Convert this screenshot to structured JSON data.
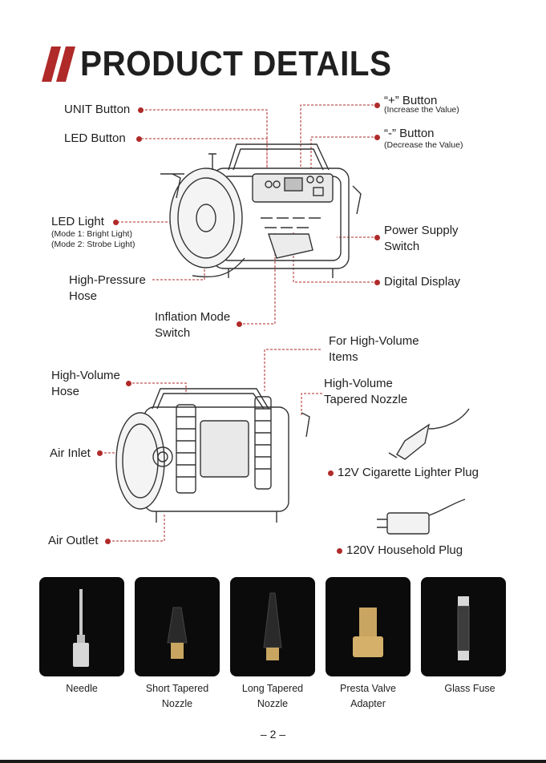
{
  "header": {
    "title": "PRODUCT DETAILS"
  },
  "callouts_top": {
    "unit_button": "UNIT Button",
    "led_button": "LED Button",
    "led_light": "LED Light",
    "led_light_mode1": "(Mode 1: Bright Light)",
    "led_light_mode2": "(Mode 2: Strobe Light)",
    "high_pressure_hose_1": "High-Pressure",
    "high_pressure_hose_2": "Hose",
    "inflation_mode_1": "Inflation Mode",
    "inflation_mode_2": "Switch",
    "plus_button": "“+” Button",
    "plus_button_note": "(Increase the Value)",
    "minus_button": "“-” Button",
    "minus_button_note": "(Decrease the Value)",
    "power_switch_1": "Power Supply",
    "power_switch_2": "Switch",
    "digital_display": "Digital Display"
  },
  "callouts_bottom": {
    "high_volume_items_1": "For High-Volume",
    "high_volume_items_2": "Items",
    "high_volume_hose_1": "High-Volume",
    "high_volume_hose_2": "Hose",
    "tapered_nozzle_1": "High-Volume",
    "tapered_nozzle_2": "Tapered Nozzle",
    "air_inlet": "Air Inlet",
    "air_outlet": "Air Outlet",
    "plug_12v": "12V Cigarette Lighter Plug",
    "plug_120v": "120V Household Plug"
  },
  "accessories": [
    {
      "line1": "Needle",
      "line2": ""
    },
    {
      "line1": "Short Tapered",
      "line2": "Nozzle"
    },
    {
      "line1": "Long Tapered",
      "line2": "Nozzle"
    },
    {
      "line1": "Presta Valve",
      "line2": "Adapter"
    },
    {
      "line1": "Glass Fuse",
      "line2": ""
    }
  ],
  "footer": {
    "page_number": "– 2 –"
  },
  "colors": {
    "accent": "#b02a2a",
    "card_bg": "#0b0b0b",
    "text": "#1f1f1f"
  }
}
